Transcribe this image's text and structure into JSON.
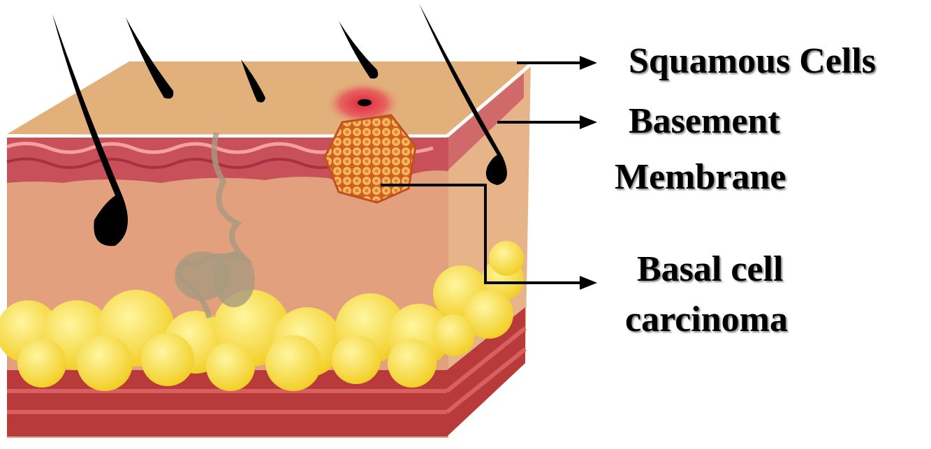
{
  "labels": {
    "squamous": "Squamous Cells",
    "basement_1": "Basement",
    "basement_2": "Membrane",
    "basal_1": "Basal cell",
    "basal_2": "carcinoma"
  },
  "colors": {
    "surface": "#e2b07a",
    "epidermis": "#c8505a",
    "dermis": "#e3a07e",
    "fat": "#f4d63a",
    "muscle": "#b83a3a",
    "tumor": "#f0a040",
    "hair": "#000000"
  }
}
